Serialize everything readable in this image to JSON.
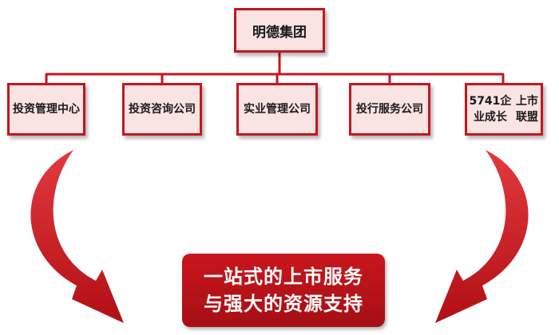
{
  "org": {
    "root": "明德集团",
    "units": [
      {
        "lines": [
          "投资管理中心"
        ]
      },
      {
        "lines": [
          "投资咨询公司"
        ]
      },
      {
        "lines": [
          "实业管理公司"
        ]
      },
      {
        "lines": [
          "投行服务公司"
        ]
      },
      {
        "lines": [
          "5741企业成长",
          "上市联盟"
        ]
      }
    ]
  },
  "slogan": {
    "line1": "一站式的上市服务",
    "line2": "与强大的资源支持"
  },
  "colors": {
    "accent": "#c4161c",
    "box_fill": "#fae3e3",
    "slogan_fill": "#b91219",
    "slogan_text": "#ffffff"
  }
}
